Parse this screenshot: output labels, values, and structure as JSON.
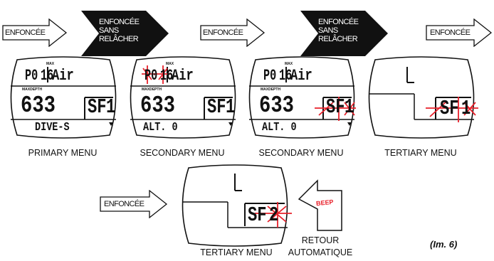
{
  "arrows": {
    "pressed": "ENFONCÉE",
    "held_line1": "ENFONCÉE",
    "held_line2": "SANS",
    "held_line3": "RELÂCHER"
  },
  "screens": {
    "gas": "P0",
    "depth_mode": "16",
    "mode": "Air",
    "max_label": "MAX",
    "maxdepth_label": "MAXDEPTH",
    "max_depth": "633",
    "sf": "SF",
    "sf_value_1": "1",
    "sf_value_2": "2",
    "menu_dive": "DIVE-S",
    "menu_alt": "ALT. 0"
  },
  "captions": {
    "primary": "PRIMARY MENU",
    "secondary_1": "SECONDARY MENU",
    "secondary_2": "SECONDARY MENU",
    "tertiary_1": "TERTIARY MENU",
    "tertiary_2": "TERTIARY MENU",
    "return_line1": "RETOUR",
    "return_line2": "AUTOMATIQUE"
  },
  "beep": "BEEP",
  "figure_label": "(Im. 6)",
  "colors": {
    "flash": "#e8202a",
    "black": "#111111"
  }
}
